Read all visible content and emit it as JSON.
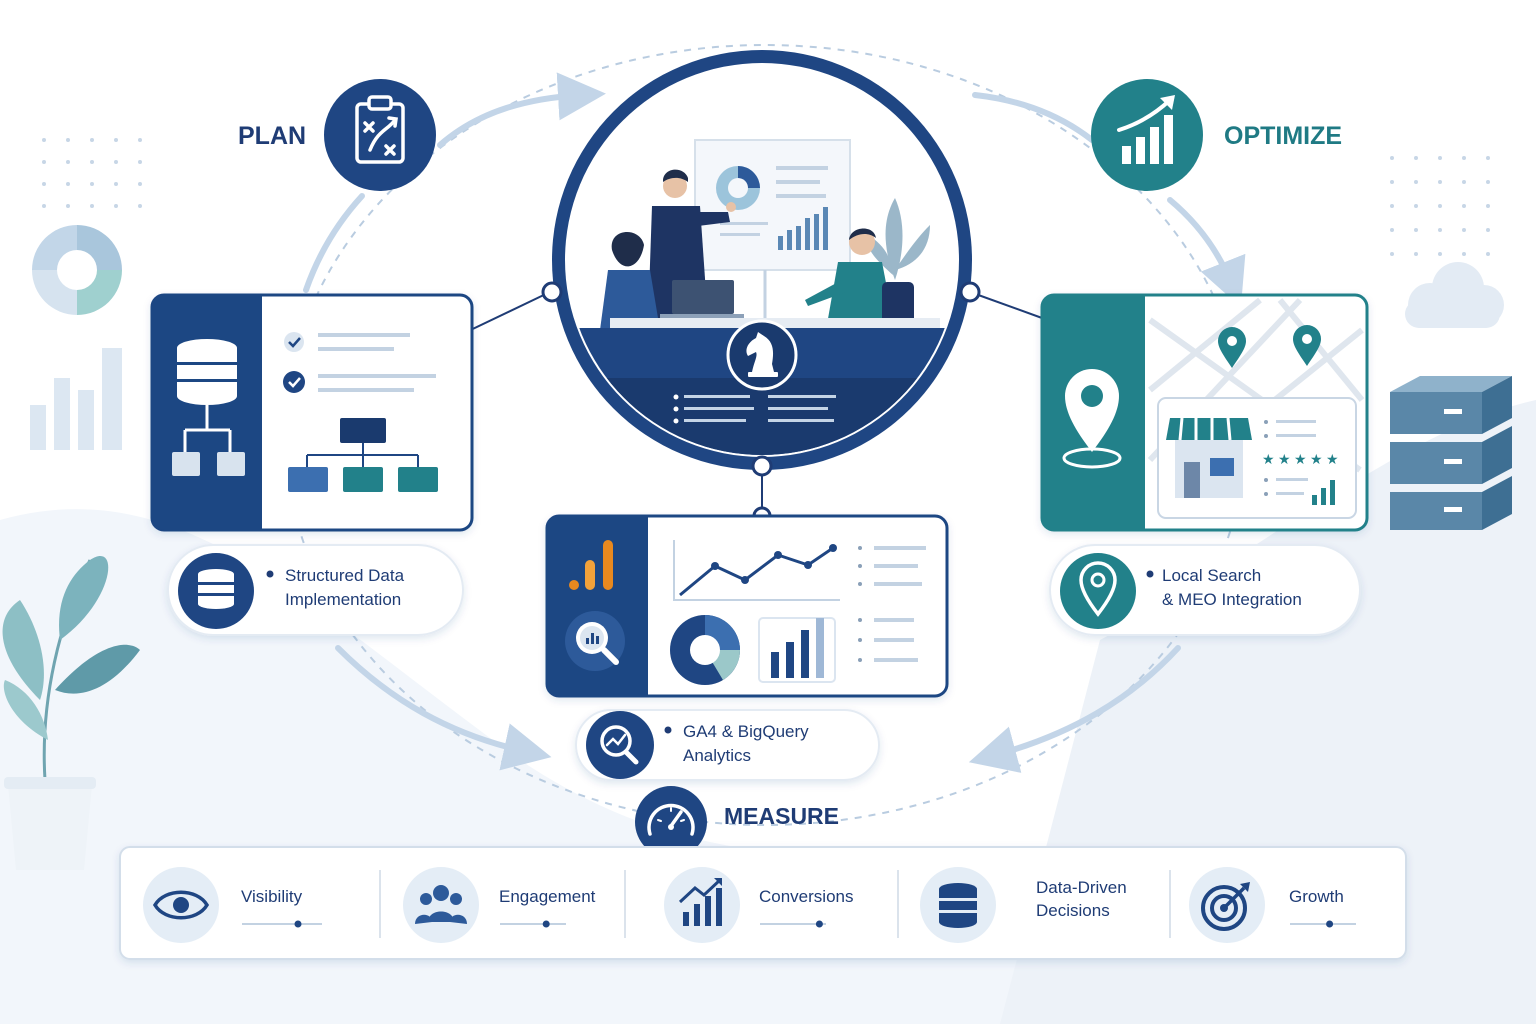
{
  "colors": {
    "navy": "#1f4683",
    "dark_navy": "#1a3a6e",
    "teal": "#22818a",
    "light_blue": "#c9d9ea",
    "orange": "#e8891f",
    "bg_blue": "#eef3f9"
  },
  "stages": {
    "plan": {
      "label": "PLAN",
      "icon": "strategy-clipboard-icon"
    },
    "optimize": {
      "label": "OPTIMIZE",
      "icon": "growth-chart-icon"
    },
    "measure": {
      "label": "MEASURE",
      "icon": "speedometer-icon"
    }
  },
  "center": {
    "illustration": "team-meeting-presentation",
    "icon": "chess-knight-icon"
  },
  "pills": {
    "structured": {
      "line1": "Structured Data",
      "line2": "Implementation",
      "icon": "database-icon"
    },
    "local": {
      "line1": "Local Search",
      "line2": "& MEO Integration",
      "icon": "map-pin-icon"
    },
    "analytics": {
      "line1": "GA4 & BigQuery",
      "line2": "Analytics",
      "icon": "analytics-search-icon"
    }
  },
  "metrics": [
    {
      "line1": "Visibility",
      "line2": "",
      "icon": "eye-icon",
      "level": 0.7
    },
    {
      "line1": "Engagement",
      "line2": "",
      "icon": "users-icon",
      "level": 0.7
    },
    {
      "line1": "Conversions",
      "line2": "",
      "icon": "trend-up-icon",
      "level": 0.9
    },
    {
      "line1": "Data-Driven",
      "line2": "Decisions",
      "icon": "database-stack-icon",
      "level": 0
    },
    {
      "line1": "Growth",
      "line2": "",
      "icon": "target-icon",
      "level": 0.6
    }
  ]
}
